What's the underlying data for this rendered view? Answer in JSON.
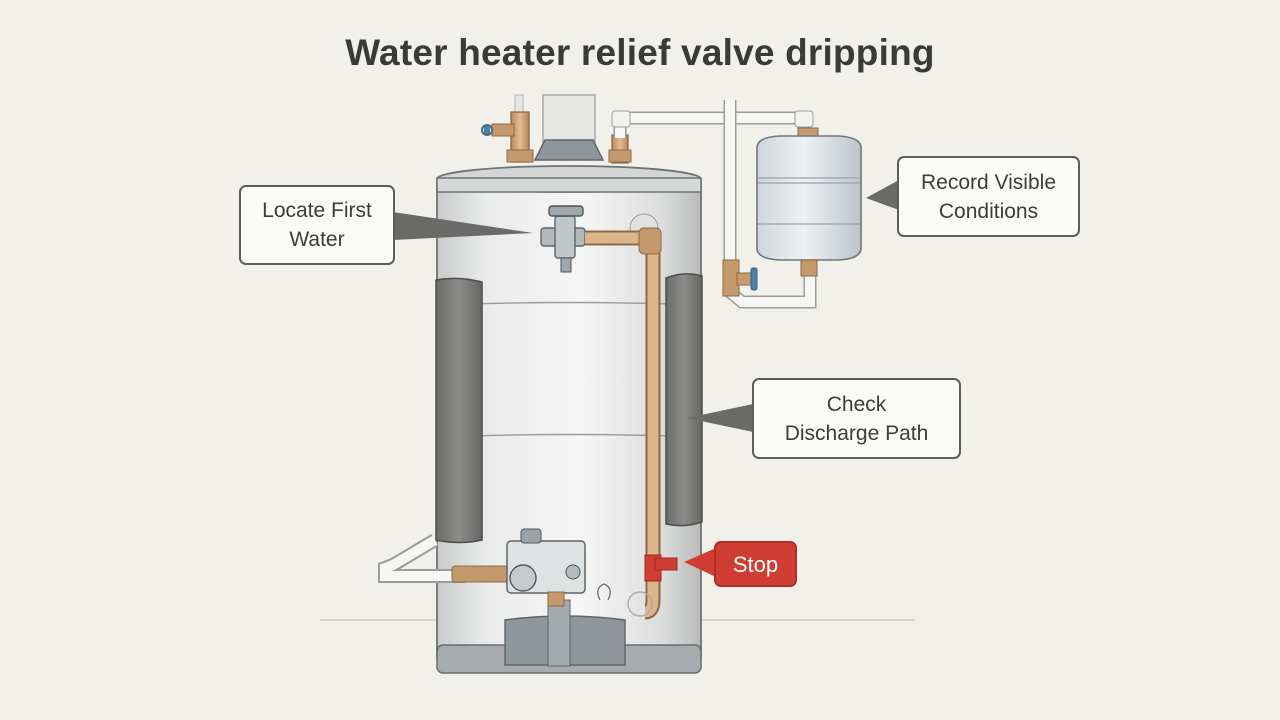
{
  "title": "Water heater relief valve dripping",
  "callouts": {
    "locate": "Locate First\nWater",
    "record": "Record Visible\nConditions",
    "check": "Check\nDischarge Path",
    "stop": "Stop"
  },
  "colors": {
    "background": "#f1f0ea",
    "tank": "#e8e9e8",
    "insulation": "#7a7a78",
    "brass": "#c8a277",
    "copper": "#d3aa80",
    "pvc": "#f4f4f2",
    "stop_accent": "#cf3d33",
    "valve_handle": "#4f7fa3"
  },
  "icons": [
    "relief-valve-icon",
    "gas-control-valve-icon",
    "expansion-tank-icon",
    "shutoff-valve-icon"
  ]
}
